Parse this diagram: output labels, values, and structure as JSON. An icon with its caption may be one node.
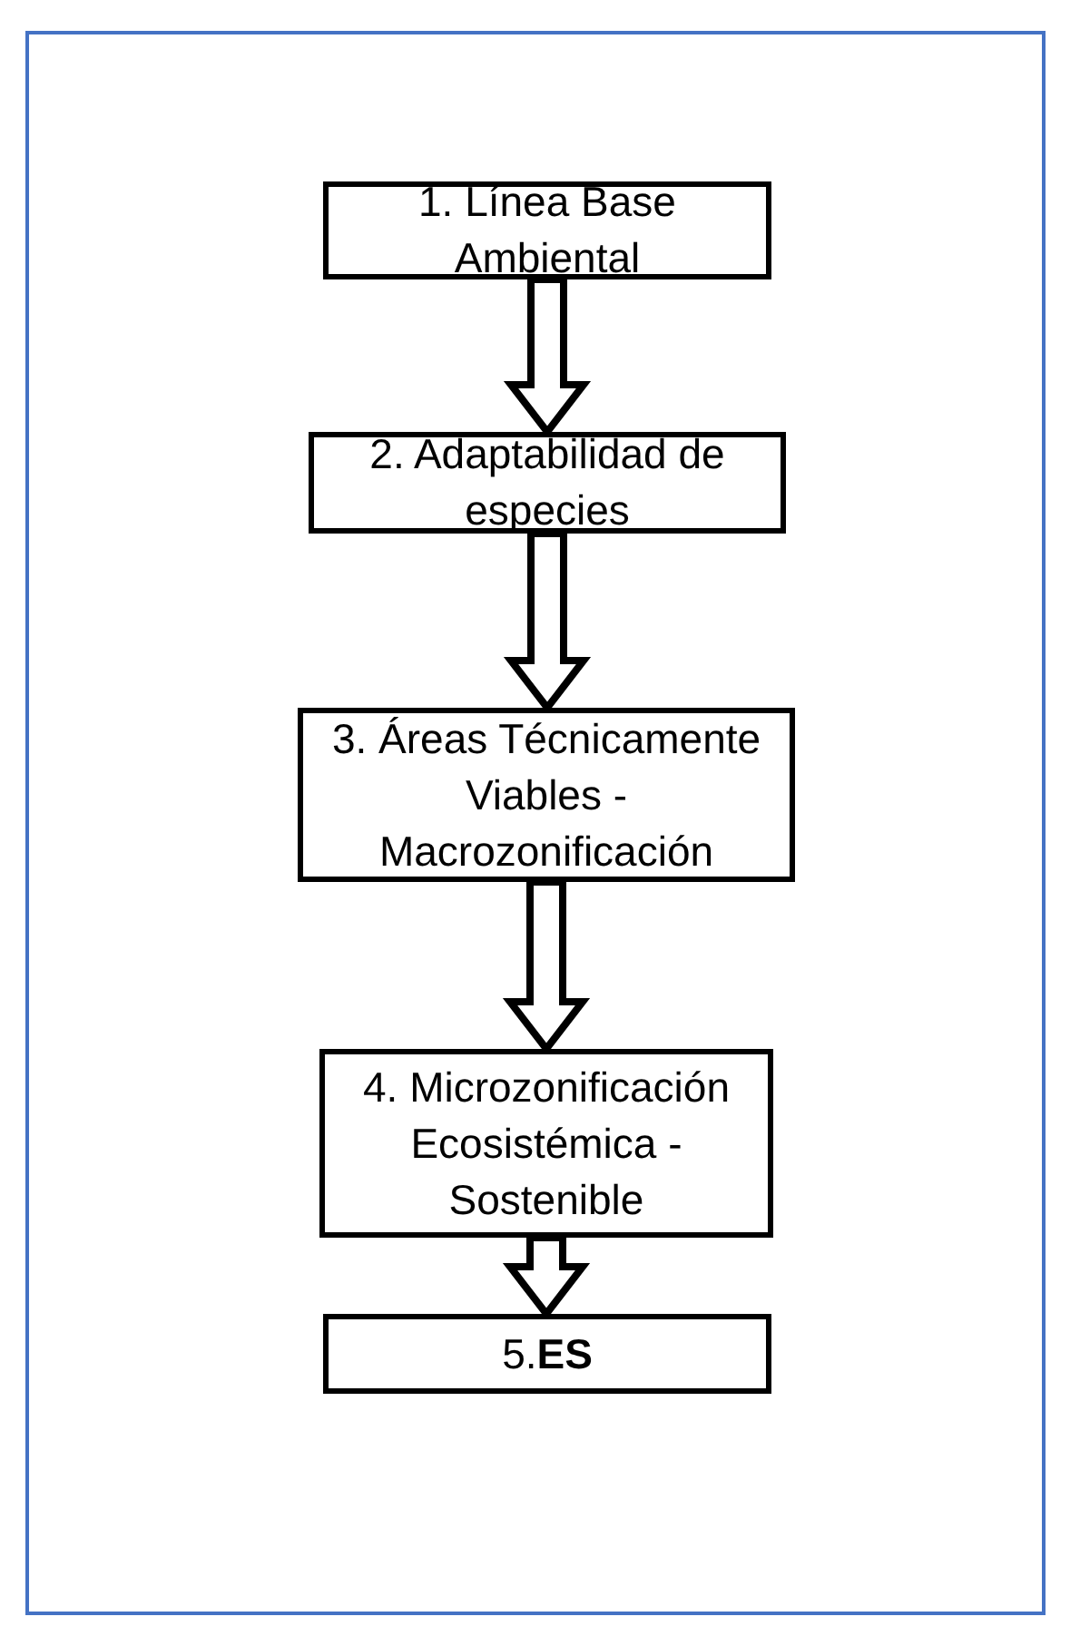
{
  "diagram": {
    "nodes": [
      {
        "text": [
          "1. Línea Base Ambiental"
        ]
      },
      {
        "text": [
          "2. Adaptabilidad de especies"
        ]
      },
      {
        "text": [
          "3. Áreas Técnicamente Viables - Macrozonificación"
        ]
      },
      {
        "text": [
          "4. Microzonificación Ecosistémica - Sostenible"
        ]
      },
      {
        "text": [
          "5.**ES**"
        ]
      }
    ],
    "edges": [
      {
        "from": 0,
        "to": 1,
        "arrow": "to"
      },
      {
        "from": 1,
        "to": 2,
        "arrow": "to"
      },
      {
        "from": 2,
        "to": 3,
        "arrow": "to"
      },
      {
        "from": 3,
        "to": 4,
        "arrow": "to"
      }
    ]
  }
}
